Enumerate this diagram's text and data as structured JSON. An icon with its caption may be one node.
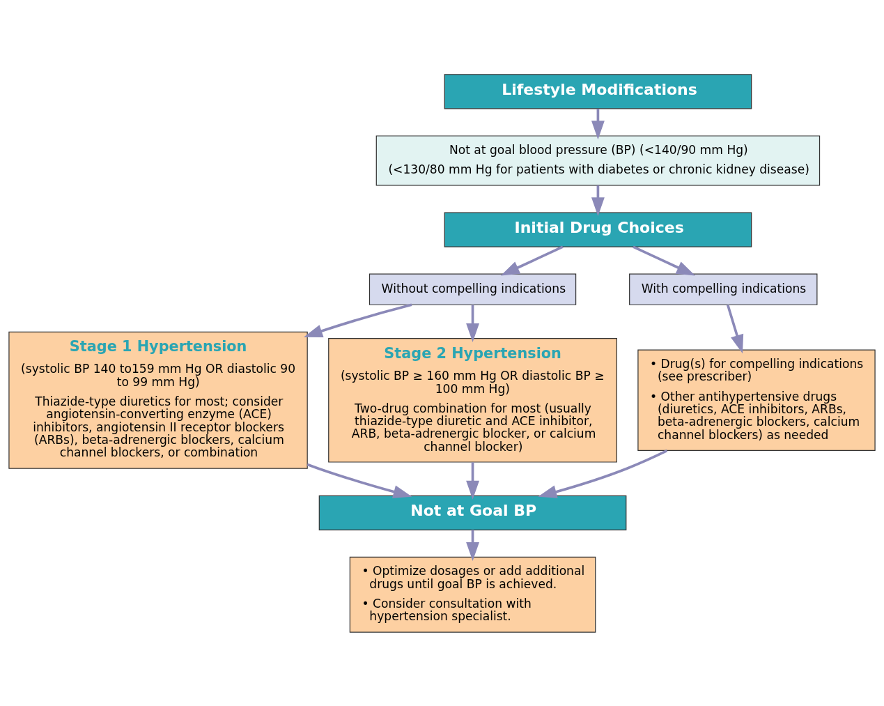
{
  "diagram": {
    "nodes": [
      {
        "text": [
          "Lifestyle Modifications"
        ]
      },
      {
        "text": [
          "Not at goal blood pressure (BP) (<140/90 mm Hg)",
          "(<130/80 mm Hg for patients with diabetes or chronic kidney disease)"
        ]
      },
      {
        "text": [
          "Initial Drug Choices"
        ]
      },
      {
        "text": [
          "Without compelling indications"
        ]
      },
      {
        "text": [
          "With compelling indications"
        ]
      },
      {
        "text": [
          "Stage 1 Hypertension",
          "(systolic BP 140 to159 mm Hg OR diastolic 90 to 99 mm Hg)",
          "Thiazide-type diuretics for most; consider angiotensin-converting enzyme (ACE) inhibitors, angiotensin II receptor blockers (ARBs), beta-adrenergic blockers, calcium channel blockers, or combination"
        ]
      },
      {
        "text": [
          "Stage 2 Hypertension",
          "(systolic BP ≥ 160 mm Hg OR diastolic BP ≥ 100 mm Hg)",
          "Two-drug combination for most (usually thiazide-type diuretic and ACE inhibitor, ARB, beta-adrenergic blocker, or calcium channel blocker)"
        ]
      },
      {
        "text": [
          "• Drug(s) for compelling indications (see prescriber)",
          "• Other antihypertensive drugs (diuretics, ACE inhibitors, ARBs, beta-adrenergic blockers, calcium channel blockers) as needed"
        ]
      },
      {
        "text": [
          "Not at Goal BP"
        ]
      },
      {
        "text": [
          "• Optimize dosages or add additional drugs until goal BP is achieved.",
          "• Consider consultation with hypertension specialist."
        ]
      }
    ],
    "edges": [
      {
        "from": 0,
        "to": 1,
        "arrow": "to"
      },
      {
        "from": 1,
        "to": 2,
        "arrow": "to"
      },
      {
        "from": 2,
        "to": 3,
        "arrow": "to"
      },
      {
        "from": 2,
        "to": 4,
        "arrow": "to"
      },
      {
        "from": 3,
        "to": 5,
        "arrow": "to"
      },
      {
        "from": 3,
        "to": 6,
        "arrow": "to"
      },
      {
        "from": 4,
        "to": 7,
        "arrow": "to"
      },
      {
        "from": 5,
        "to": 8,
        "arrow": "to"
      },
      {
        "from": 6,
        "to": 8,
        "arrow": "to"
      },
      {
        "from": 7,
        "to": 8,
        "arrow": "to"
      },
      {
        "from": 8,
        "to": 9,
        "arrow": "to"
      }
    ]
  }
}
